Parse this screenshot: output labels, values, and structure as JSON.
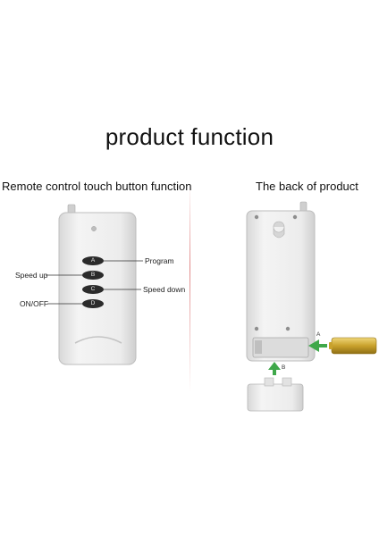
{
  "title": "product function",
  "left_section": {
    "heading": "Remote control touch button function",
    "buttons": [
      "A",
      "B",
      "C",
      "D"
    ],
    "callouts": {
      "program": "Program",
      "speed_up": "Speed up",
      "speed_down": "Speed down",
      "on_off": "ON/OFF"
    }
  },
  "right_section": {
    "heading": "The back of product",
    "arrow_a": "A",
    "arrow_b": "B"
  },
  "colors": {
    "divider": "#c83232",
    "remote_body": "#e9e9e9",
    "button": "#2b2b2b",
    "arrow": "#3fa84a",
    "battery": "#d4b13a"
  }
}
